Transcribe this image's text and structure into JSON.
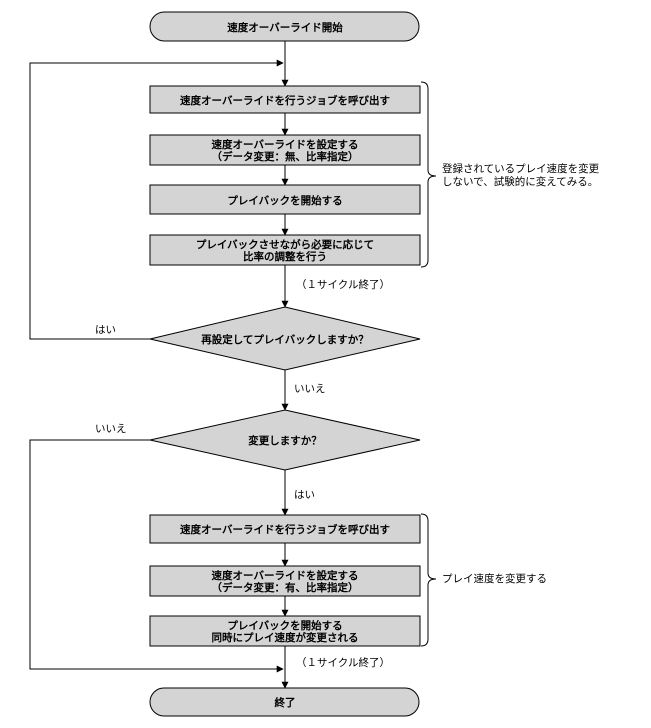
{
  "flow": {
    "start": "速度オーバーライド開始",
    "end": "終了",
    "loop1": {
      "step1": "速度オーバーライドを行うジョブを呼び出す",
      "step2": [
        "速度オーバーライドを設定する",
        "（データ変更：無、比率指定）"
      ],
      "step3": "プレイバックを開始する",
      "step4": [
        "プレイバックさせながら必要に応じて",
        "比率の調整を行う"
      ],
      "cycle_end": "（１サイクル終了）",
      "note": [
        "登録されているプレイ速度を変更",
        "しないで、試験的に変えてみる。"
      ]
    },
    "decision1": {
      "question": "再設定してプレイバックしますか？",
      "yes": "はい",
      "no": "いいえ"
    },
    "decision2": {
      "question": "変更しますか？",
      "yes": "はい",
      "no": "いいえ"
    },
    "loop2": {
      "step1": "速度オーバーライドを行うジョブを呼び出す",
      "step2": [
        "速度オーバーライドを設定する",
        "（データ変更：有、比率指定）"
      ],
      "step3": [
        "プレイバックを開始する",
        "同時にプレイ速度が変更される"
      ],
      "cycle_end": "（１サイクル終了）",
      "note": "プレイ速度を変更する"
    }
  }
}
